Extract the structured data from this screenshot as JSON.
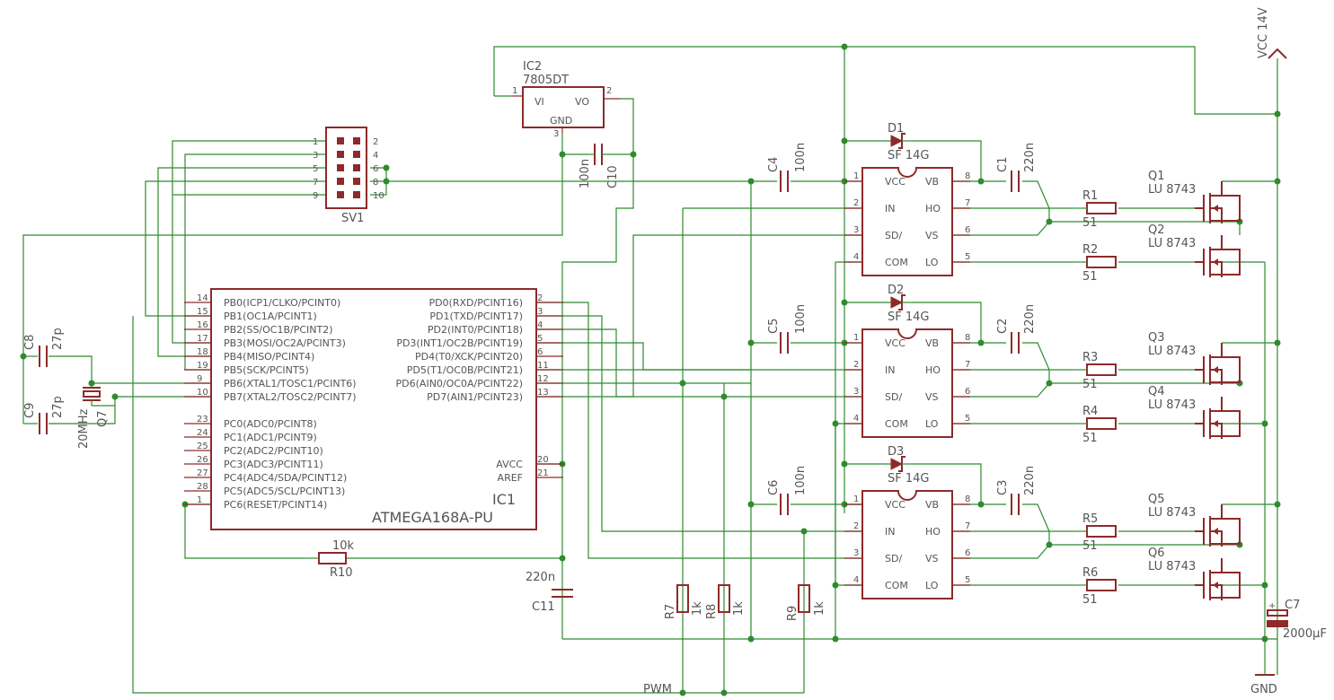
{
  "ic1": {
    "name": "IC1",
    "value": "ATMEGA168A-PU",
    "left_pins": [
      {
        "num": "14",
        "label": "PB0(ICP1/CLKO/PCINT0)"
      },
      {
        "num": "15",
        "label": "PB1(OC1A/PCINT1)"
      },
      {
        "num": "16",
        "label": "PB2(SS/OC1B/PCINT2)"
      },
      {
        "num": "17",
        "label": "PB3(MOSI/OC2A/PCINT3)"
      },
      {
        "num": "18",
        "label": "PB4(MISO/PCINT4)"
      },
      {
        "num": "19",
        "label": "PB5(SCK/PCINT5)"
      },
      {
        "num": "9",
        "label": "PB6(XTAL1/TOSC1/PCINT6)"
      },
      {
        "num": "10",
        "label": "PB7(XTAL2/TOSC2/PCINT7)"
      },
      {
        "num": "23",
        "label": "PC0(ADC0/PCINT8)"
      },
      {
        "num": "24",
        "label": "PC1(ADC1/PCINT9)"
      },
      {
        "num": "25",
        "label": "PC2(ADC2/PCINT10)"
      },
      {
        "num": "26",
        "label": "PC3(ADC3/PCINT11)"
      },
      {
        "num": "27",
        "label": "PC4(ADC4/SDA/PCINT12)"
      },
      {
        "num": "28",
        "label": "PC5(ADC5/SCL/PCINT13)"
      },
      {
        "num": "1",
        "label": "PC6(RESET/PCINT14)"
      }
    ],
    "right_pins": [
      {
        "num": "2",
        "label": "PD0(RXD/PCINT16)"
      },
      {
        "num": "3",
        "label": "PD1(TXD/PCINT17)"
      },
      {
        "num": "4",
        "label": "PD2(INT0/PCINT18)"
      },
      {
        "num": "5",
        "label": "PD3(INT1/OC2B/PCINT19)"
      },
      {
        "num": "6",
        "label": "PD4(T0/XCK/PCINT20)"
      },
      {
        "num": "11",
        "label": "PD5(T1/OC0B/PCINT21)"
      },
      {
        "num": "12",
        "label": "PD6(AIN0/OC0A/PCINT22)"
      },
      {
        "num": "13",
        "label": "PD7(AIN1/PCINT23)"
      },
      {
        "num": "20",
        "label": "AVCC"
      },
      {
        "num": "21",
        "label": "AREF"
      }
    ]
  },
  "ic2": {
    "name": "IC2",
    "value": "7805DT",
    "vi": "VI",
    "vo": "VO",
    "gnd": "GND",
    "pin1": "1",
    "pin2": "2",
    "pin3": "3"
  },
  "sv1": {
    "name": "SV1",
    "left_nums": [
      "1",
      "3",
      "5",
      "7",
      "9"
    ],
    "right_nums": [
      "2",
      "4",
      "6",
      "8",
      "10"
    ]
  },
  "drivers": [
    {
      "diode": "D1",
      "diode_value": "SF 14G",
      "cap": "C1",
      "cap_value": "220n",
      "in_cap": "C4",
      "in_cap_value": "100n",
      "r_hi": "R1",
      "r_hi_value": "51",
      "r_lo": "R2",
      "r_lo_value": "51",
      "q_hi": "Q1",
      "q_hi_value": "LU 8743",
      "q_lo": "Q2",
      "q_lo_value": "LU 8743"
    },
    {
      "diode": "D2",
      "diode_value": "SF 14G",
      "cap": "C2",
      "cap_value": "220n",
      "in_cap": "C5",
      "in_cap_value": "100n",
      "r_hi": "R3",
      "r_hi_value": "51",
      "r_lo": "R4",
      "r_lo_value": "51",
      "q_hi": "Q3",
      "q_hi_value": "LU 8743",
      "q_lo": "Q4",
      "q_lo_value": "LU 8743"
    },
    {
      "diode": "D3",
      "diode_value": "SF 14G",
      "cap": "C3",
      "cap_value": "220n",
      "in_cap": "C6",
      "in_cap_value": "100n",
      "r_hi": "R5",
      "r_hi_value": "51",
      "r_lo": "R6",
      "r_lo_value": "51",
      "q_hi": "Q5",
      "q_hi_value": "LU 8743",
      "q_lo": "Q6",
      "q_lo_value": "LU 8743"
    }
  ],
  "driver_pins": {
    "left": [
      {
        "num": "1",
        "label": "VCC"
      },
      {
        "num": "2",
        "label": "IN"
      },
      {
        "num": "3",
        "label": "SD/"
      },
      {
        "num": "4",
        "label": "COM"
      }
    ],
    "right": [
      {
        "num": "8",
        "label": "VB"
      },
      {
        "num": "7",
        "label": "HO"
      },
      {
        "num": "6",
        "label": "VS"
      },
      {
        "num": "5",
        "label": "LO"
      }
    ]
  },
  "passives": {
    "c8": {
      "name": "C8",
      "value": "27p"
    },
    "c9": {
      "name": "C9",
      "value": "27p"
    },
    "c10": {
      "name": "C10",
      "value": "100n"
    },
    "c11": {
      "name": "C11",
      "value": "220n"
    },
    "c7": {
      "name": "C7",
      "value": "2000µF"
    },
    "q7": {
      "name": "Q7",
      "value": "20MHz"
    },
    "r10": {
      "name": "R10",
      "value": "10k"
    },
    "r7": {
      "name": "R7",
      "value": "1k"
    },
    "r8": {
      "name": "R8",
      "value": "1k"
    },
    "r9": {
      "name": "R9",
      "value": "1k"
    }
  },
  "nets": {
    "vcc": "VCC 14V",
    "gnd": "GND",
    "pwm": "PWM"
  }
}
